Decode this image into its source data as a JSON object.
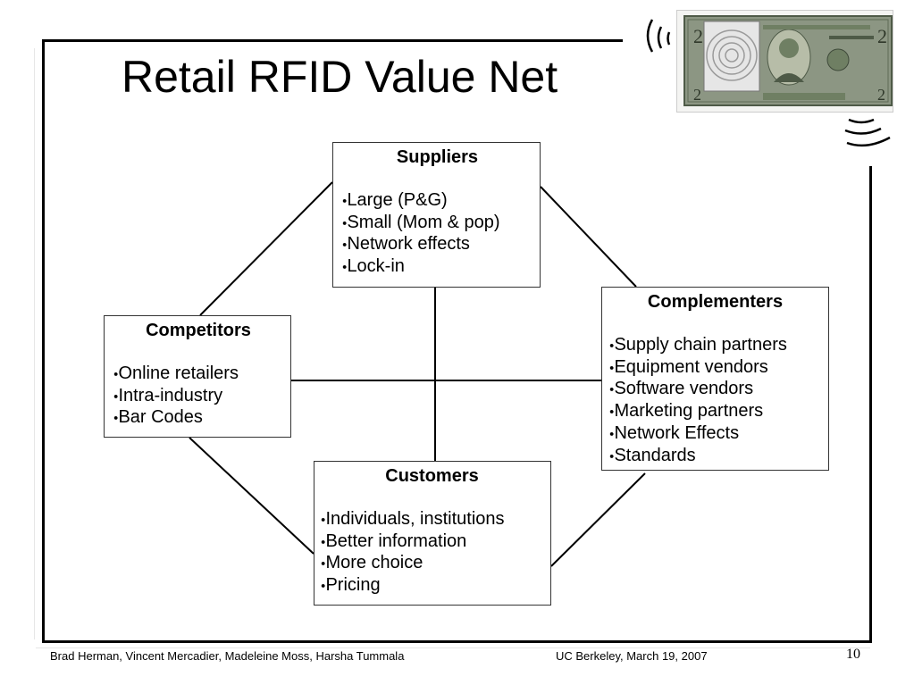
{
  "slide": {
    "title": "Retail RFID Value Net",
    "footer_authors": "Brad Herman, Vincent Mercadier, Madeleine Moss, Harsha Tummala",
    "footer_event": "UC Berkeley, March 19, 2007",
    "page_number": "10"
  },
  "decoration": {
    "image": "two-dollar-bill-with-rfid-tag",
    "icon": "radio-wave-icon"
  },
  "diagram": {
    "suppliers": {
      "title": "Suppliers",
      "items": [
        "Large (P&G)",
        "Small (Mom & pop)",
        "Network effects",
        "Lock-in"
      ]
    },
    "competitors": {
      "title": "Competitors",
      "items": [
        "Online retailers",
        "Intra-industry",
        "Bar Codes"
      ]
    },
    "complementers": {
      "title": "Complementers",
      "items": [
        "Supply chain partners",
        "Equipment vendors",
        "Software vendors",
        "Marketing partners",
        "Network Effects",
        "Standards"
      ]
    },
    "customers": {
      "title": "Customers",
      "items": [
        "Individuals, institutions",
        "Better information",
        "More choice",
        "Pricing"
      ]
    },
    "bullet": "●"
  },
  "colors": {
    "frame": "#000000",
    "box_border": "#333333",
    "bill_green": "#6f7f63"
  }
}
